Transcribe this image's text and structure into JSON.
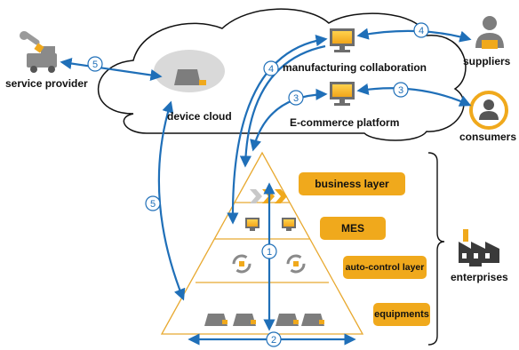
{
  "labels": {
    "service_provider": "service provider",
    "device_cloud": "device cloud",
    "manufacturing_collaboration": "manufacturing collaboration",
    "ecommerce_platform": "E-commerce platform",
    "suppliers": "suppliers",
    "consumers": "consumers",
    "enterprises": "enterprises"
  },
  "layers": {
    "business": "business layer",
    "mes": "MES",
    "auto_control": "auto-control layer",
    "equipments": "equipments"
  },
  "badges": {
    "b1": "1",
    "b2": "2",
    "b3a": "3",
    "b3b": "3",
    "b4a": "4",
    "b4b": "4",
    "b5a": "5",
    "b5b": "5"
  },
  "colors": {
    "arrow": "#1f6fb8",
    "accent": "#f0a91c",
    "icon_gray": "#7d7d7d",
    "cloud_fill": "#ffffff",
    "pyramid_line": "#e8a930"
  },
  "icons": [
    "wrench-truck-icon",
    "server-icon",
    "monitor-icon",
    "person-icon",
    "factory-icon",
    "gear-cycle-icon",
    "chevron-icon",
    "machine-icon"
  ]
}
